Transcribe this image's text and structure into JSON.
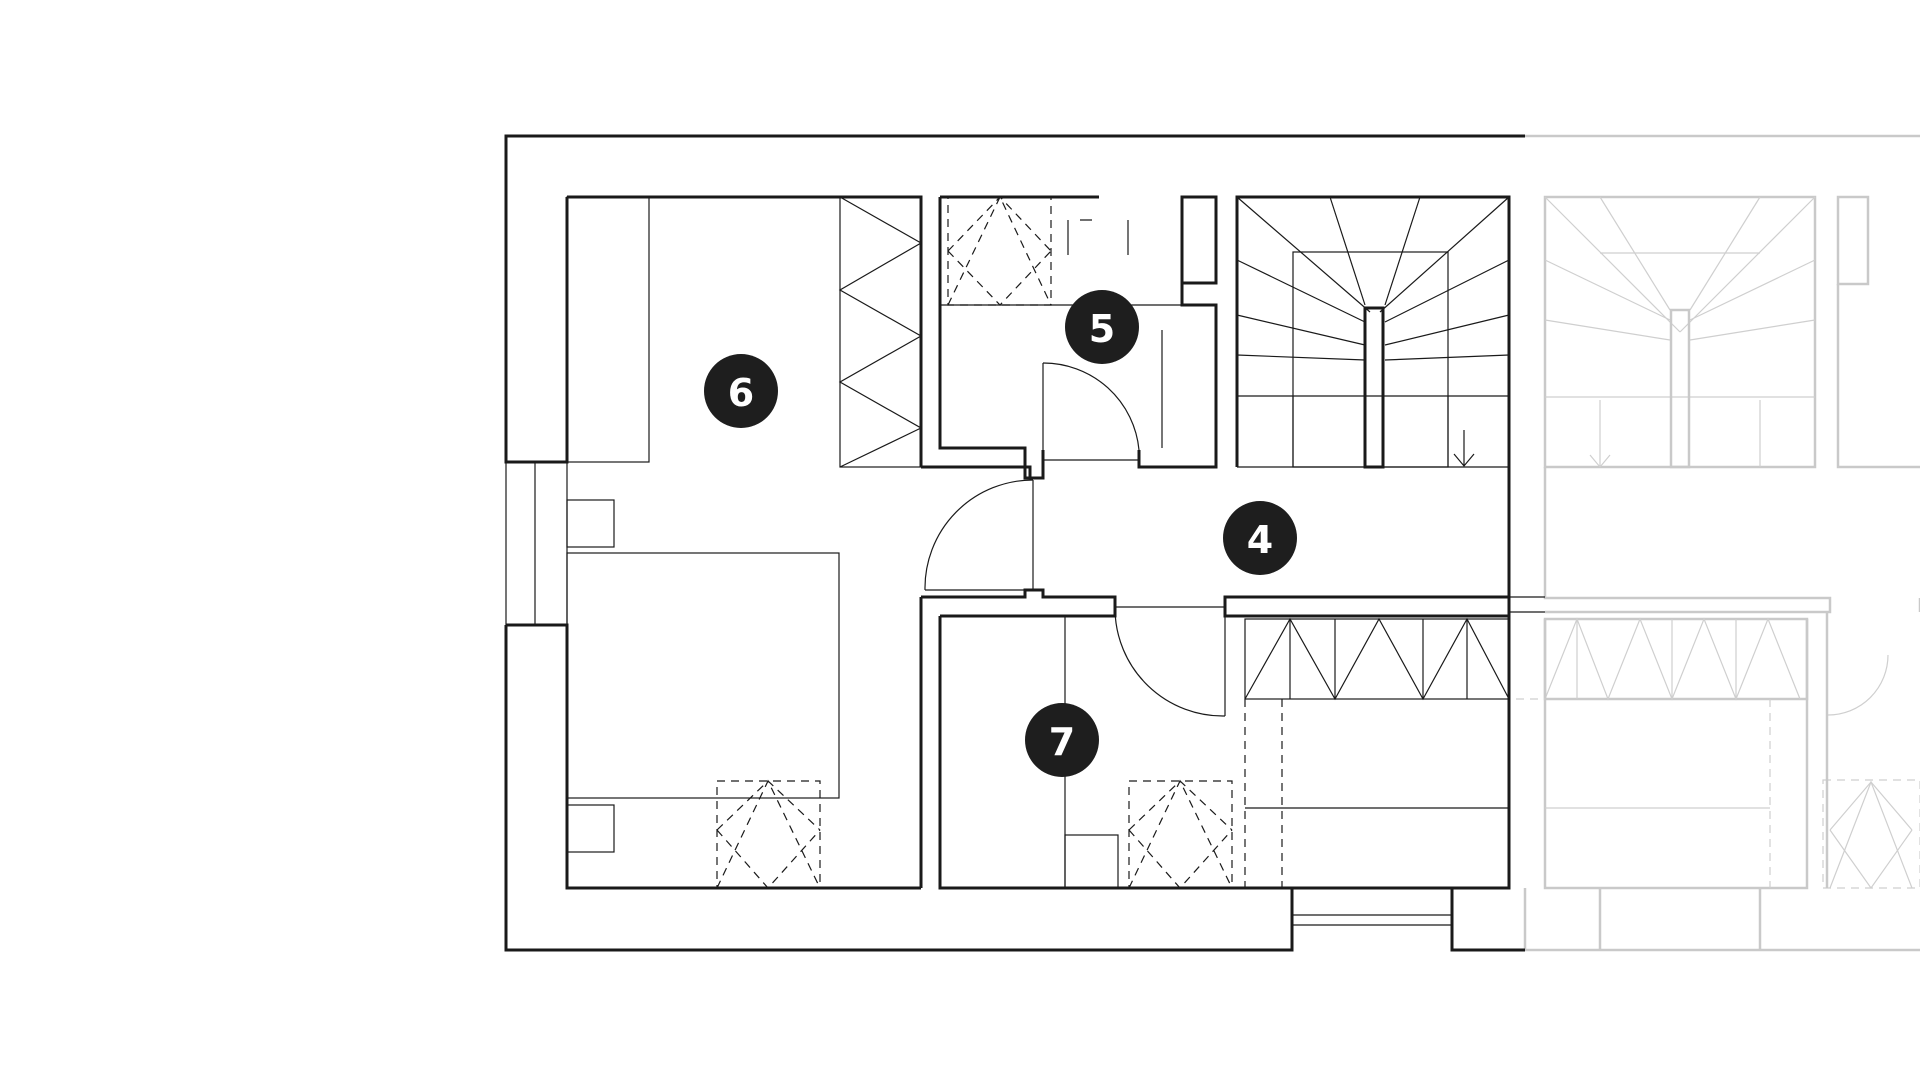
{
  "room_markers": [
    {
      "id": "hall",
      "label": "4"
    },
    {
      "id": "bathroom",
      "label": "5"
    },
    {
      "id": "bedroom-main",
      "label": "6"
    },
    {
      "id": "bedroom-small",
      "label": "7"
    }
  ],
  "colors": {
    "wall": "#1a1a1a",
    "ghost": "#c9c9c9",
    "marker_fill": "#1e1e1e",
    "marker_text": "#ffffff"
  }
}
